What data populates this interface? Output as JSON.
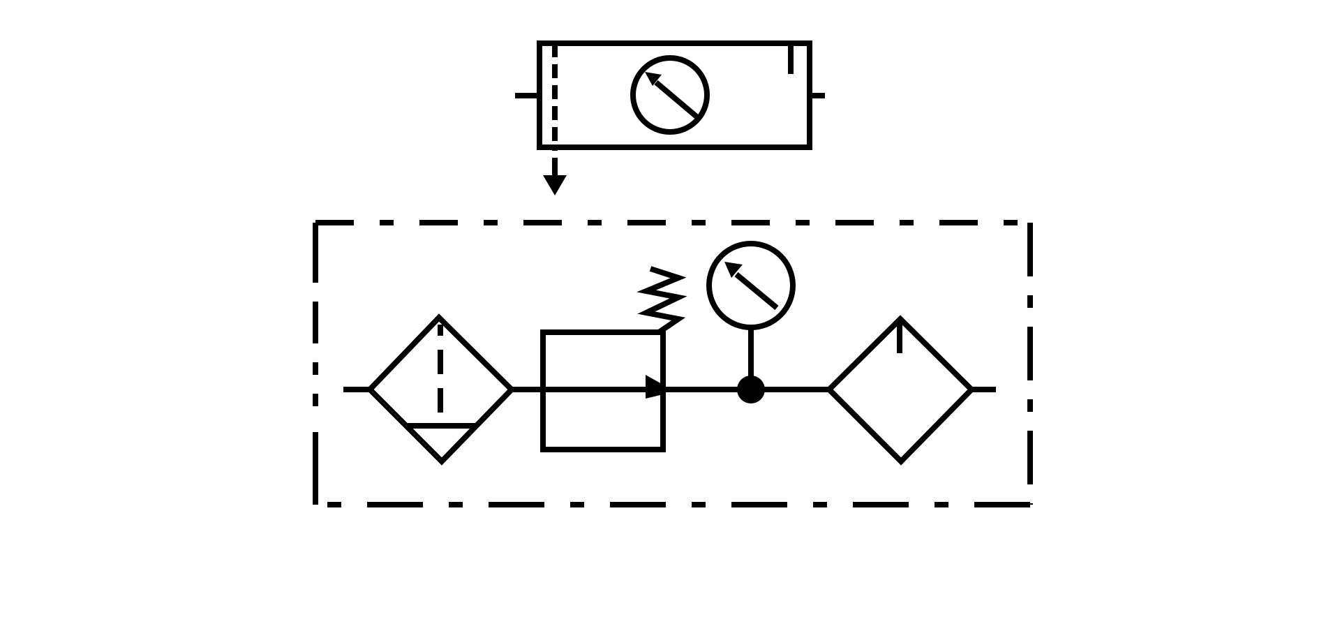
{
  "diagram": {
    "type": "pneumatic-schematic",
    "colors": {
      "stroke": "#000000",
      "background": "#ffffff"
    },
    "components": [
      {
        "id": "pressure-indicator-unit",
        "kind": "pressure-gauge-in-housing"
      },
      {
        "id": "filter",
        "kind": "filter-with-water-separator"
      },
      {
        "id": "pressure-regulator",
        "kind": "pressure-regulator-with-spring"
      },
      {
        "id": "pressure-gauge",
        "kind": "pressure-gauge"
      },
      {
        "id": "lubricator",
        "kind": "lubricator"
      }
    ],
    "enclosure": {
      "kind": "service-unit",
      "border": "dash-dot"
    }
  }
}
